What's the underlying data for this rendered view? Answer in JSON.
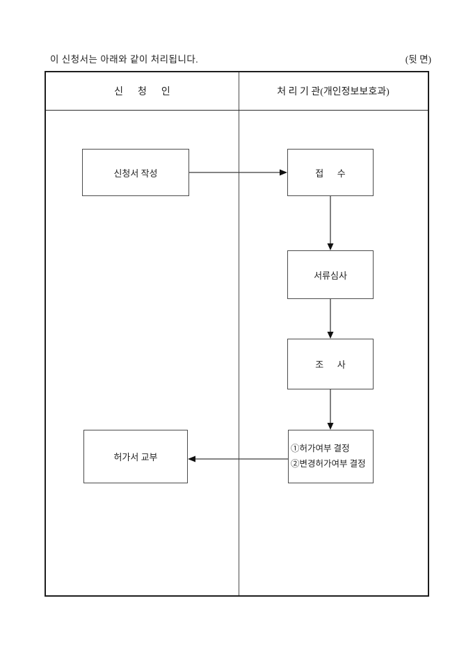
{
  "page": {
    "intro_text": "이 신청서는 아래와 같이 처리됩니다.",
    "side_label": "(뒷 면)"
  },
  "table": {
    "header": {
      "applicant_col": "신      청      인",
      "agency_col": "처 리 기 관(개인정보보호과)"
    }
  },
  "flowchart": {
    "applicant": {
      "write_application": "신청서 작성",
      "issue_permit": "허가서 교부"
    },
    "agency": {
      "receipt": "접      수",
      "document_review": "서류심사",
      "investigation": "조      사",
      "decision_line1": "①허가여부 결정",
      "decision_line2": "②변경허가여부 결정"
    }
  },
  "colors": {
    "background": "#ffffff",
    "outer_border": "#1c1c1c",
    "inner_line": "#4a4a4a",
    "text": "#1f1f1f",
    "arrow": "#3a3a3a"
  }
}
